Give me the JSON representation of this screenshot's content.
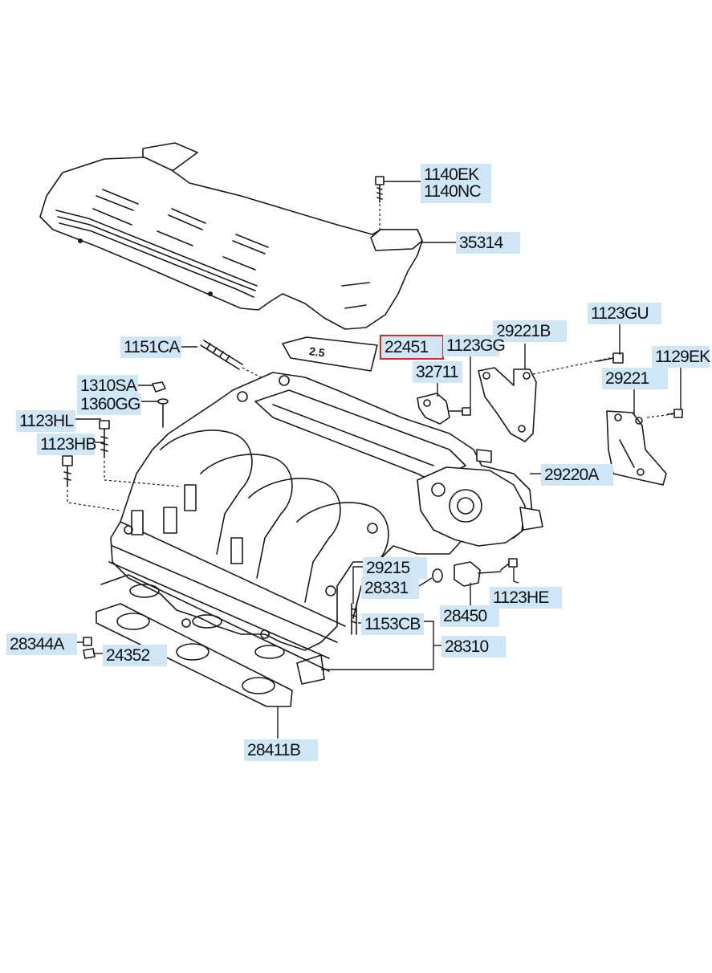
{
  "labels": {
    "p1140ek": "1140EK",
    "p1140nc": "1140NC",
    "p35314": "35314",
    "p1123gu": "1123GU",
    "p29221b": "29221B",
    "p1129ek": "1129EK",
    "p1151ca": "1151CA",
    "p22451": "22451",
    "p1123gg": "1123GG",
    "p29221": "29221",
    "p32711": "32711",
    "p1310sa": "1310SA",
    "p1360gg": "1360GG",
    "p1123hl": "1123HL",
    "p1123hb": "1123HB",
    "p29220a": "29220A",
    "p29215": "29215",
    "p28331": "28331",
    "p1123he": "1123HE",
    "p28450": "28450",
    "p1153cb": "1153CB",
    "p28310": "28310",
    "p28344a": "28344A",
    "p24352": "24352",
    "p28411b": "28411B"
  },
  "plate_text": "2.5",
  "colors": {
    "label_bg": "#cfe6f7",
    "highlight": "#e0262b",
    "ink": "#1a1a1a"
  }
}
